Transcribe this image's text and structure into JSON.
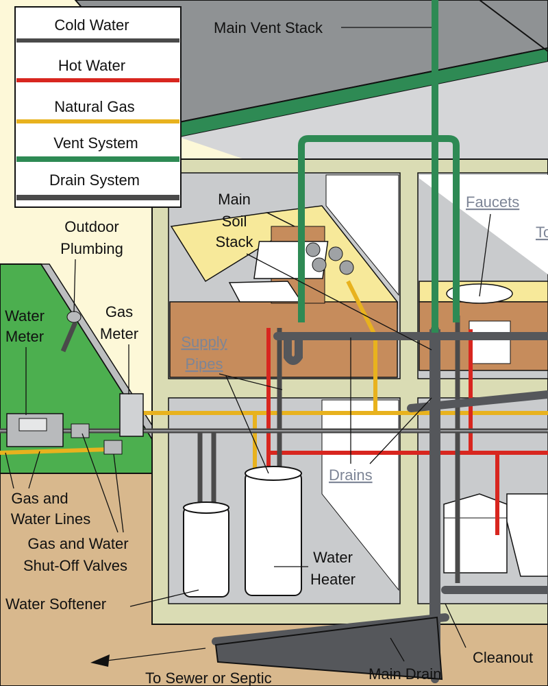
{
  "legend": {
    "items": [
      {
        "label": "Cold Water",
        "color": "#4a4a4a"
      },
      {
        "label": "Hot Water",
        "color": "#d8261f"
      },
      {
        "label": "Natural Gas",
        "color": "#e8b21e"
      },
      {
        "label": "Vent System",
        "color": "#2e8a54"
      },
      {
        "label": "Drain System",
        "color": "#4a4a4a"
      }
    ]
  },
  "labels": {
    "main_vent_stack": "Main Vent Stack",
    "main_soil_stack": [
      "Main",
      "Soil",
      "Stack"
    ],
    "faucets": "Faucets",
    "toilet_partial": "To",
    "outdoor_plumbing": [
      "Outdoor",
      "Plumbing"
    ],
    "water_meter": [
      "Water",
      "Meter"
    ],
    "gas_meter": [
      "Gas",
      "Meter"
    ],
    "supply_pipes": [
      "Supply",
      "Pipes"
    ],
    "drains": "Drains",
    "gas_water_lines": [
      "Gas and",
      "Water Lines"
    ],
    "shutoff_valves": [
      "Gas and Water",
      "Shut-Off Valves"
    ],
    "water_heater": [
      "Water",
      "Heater"
    ],
    "water_softener": "Water Softener",
    "cleanout": "Cleanout",
    "main_drain": "Main Drain",
    "to_sewer": "To Sewer or Septic"
  },
  "colors": {
    "cold": "#4a4a4a",
    "hot": "#d8261f",
    "gas": "#e8b21e",
    "vent": "#2e8a54",
    "drain": "#55575b",
    "ground": "#d8b88d",
    "wall": "#dadcb4",
    "lawn": "#4caf4f"
  }
}
